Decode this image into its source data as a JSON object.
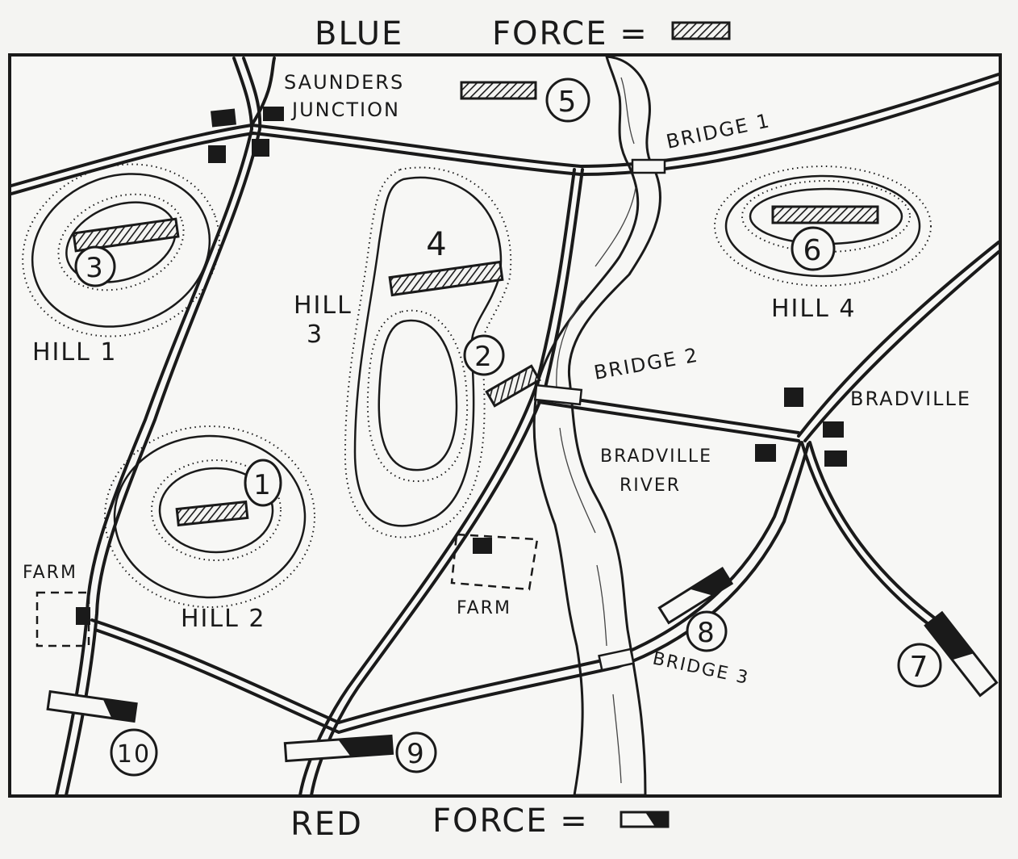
{
  "legend": {
    "blue_label": "BLUE",
    "force_label_top": "FORCE =",
    "red_label": "RED",
    "force_label_bottom": "FORCE ="
  },
  "places": {
    "junction_line1": "SAUNDERS",
    "junction_line2": "JUNCTION",
    "bridge1": "BRIDGE 1",
    "bridge2": "BRIDGE 2",
    "bridge3": "BRIDGE 3",
    "town": "BRADVILLE",
    "river_line1": "BRADVILLE",
    "river_line2": "RIVER",
    "farm_west": "FARM",
    "farm_center": "FARM"
  },
  "hills": {
    "hill1": "HILL 1",
    "hill2": "HILL 2",
    "hill3_line1": "HILL",
    "hill3_line2": "3",
    "hill4": "HILL 4"
  },
  "positions": {
    "p1": "1",
    "p2": "2",
    "p3": "3",
    "p4": "4",
    "p5": "5",
    "p6": "6",
    "p7": "7",
    "p8": "8",
    "p9": "9",
    "p10": "10"
  },
  "colors": {
    "ink": "#1a1a1a",
    "paper": "#f4f4f2"
  }
}
